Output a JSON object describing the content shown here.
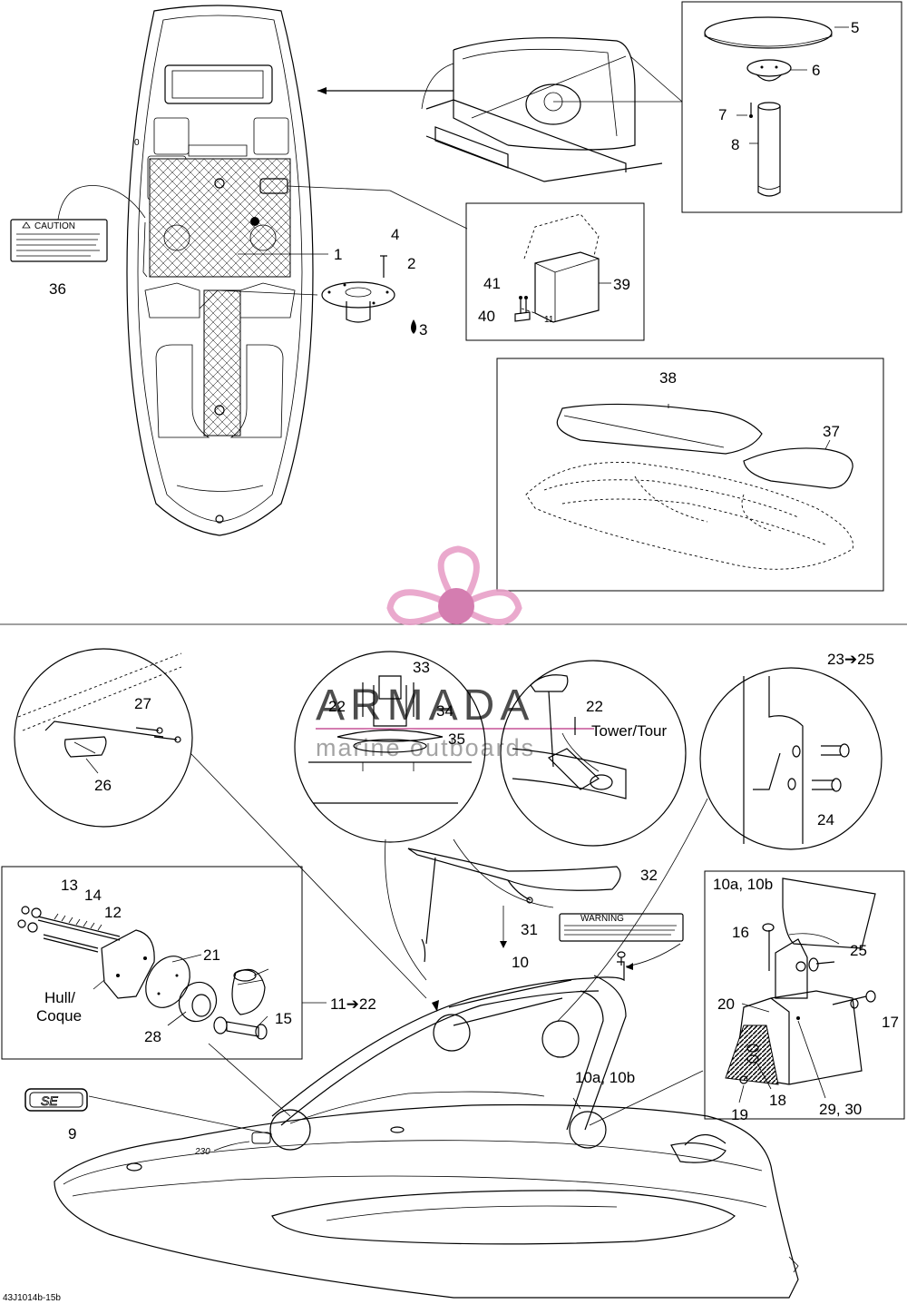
{
  "callouts": {
    "c1": "1",
    "c2": "2",
    "c3": "3",
    "c4": "4",
    "c5": "5",
    "c6": "6",
    "c7": "7",
    "c8": "8",
    "c9": "9",
    "c10": "10",
    "c10ab": "10a, 10b",
    "c10ab_box": "10a, 10b",
    "c11_22": "11➔22",
    "c12": "12",
    "c13": "13",
    "c14": "14",
    "c15": "15",
    "c16": "16",
    "c17": "17",
    "c18": "18",
    "c19": "19",
    "c20": "20",
    "c21": "21",
    "c22a": "22",
    "c22b": "22",
    "c23_25": "23➔25",
    "c24": "24",
    "c25": "25",
    "c26": "26",
    "c27": "27",
    "c28": "28",
    "c29_30": "29, 30",
    "c31": "31",
    "c32": "32",
    "c33": "33",
    "c34": "34",
    "c35": "35",
    "c36": "36",
    "c37": "37",
    "c38": "38",
    "c39": "39",
    "c40": "40",
    "c41": "41",
    "c10b": "10"
  },
  "text_labels": {
    "hull_line1": "Hull/",
    "hull_line2": "Coque",
    "tower": "Tower/Tour",
    "caution_title": "CAUTION",
    "warning_title": "WARNING",
    "diagram_code": "43J1014b-15b",
    "boat_model": "230",
    "se_badge": "SE"
  },
  "watermark": {
    "brand": "ARMADA",
    "sub": "marine outboards",
    "color_pink": "#e8a0c8",
    "color_magenta": "#d070a8"
  },
  "colors": {
    "line": "#000000",
    "background": "#ffffff"
  }
}
